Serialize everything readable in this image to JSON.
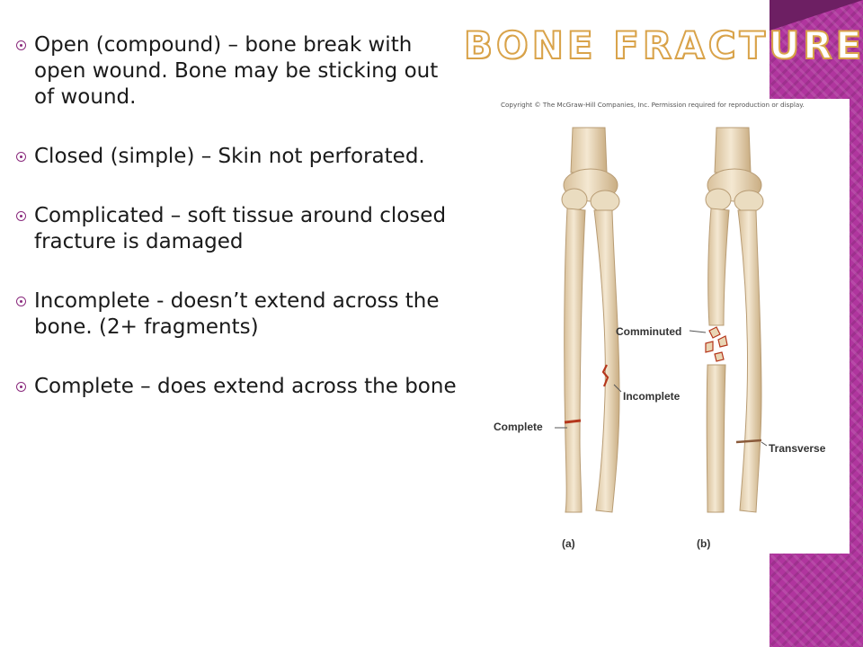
{
  "slide": {
    "title": "Bone Fractures",
    "bullets": [
      "Open (compound) – bone break with open wound.  Bone may be sticking out of wound.",
      "Closed (simple) – Skin not perforated.",
      "Complicated – soft tissue around closed fracture is damaged",
      "Incomplete - doesn’t extend across the bone.  (2+ fragments)",
      "Complete – does extend across the bone"
    ]
  },
  "figure": {
    "copyright": "Copyright © The McGraw-Hill Companies, Inc. Permission required for reproduction or display.",
    "labels": {
      "comminuted": "Comminuted",
      "incomplete": "Incomplete",
      "complete": "Complete",
      "transverse": "Transverse",
      "panel_a": "(a)",
      "panel_b": "(b)"
    }
  },
  "colors": {
    "accent_purple": "#b0359e",
    "title_outline": "#d9a34a",
    "bone_fill": "#ead9b9",
    "fracture_red": "#b5371c"
  }
}
